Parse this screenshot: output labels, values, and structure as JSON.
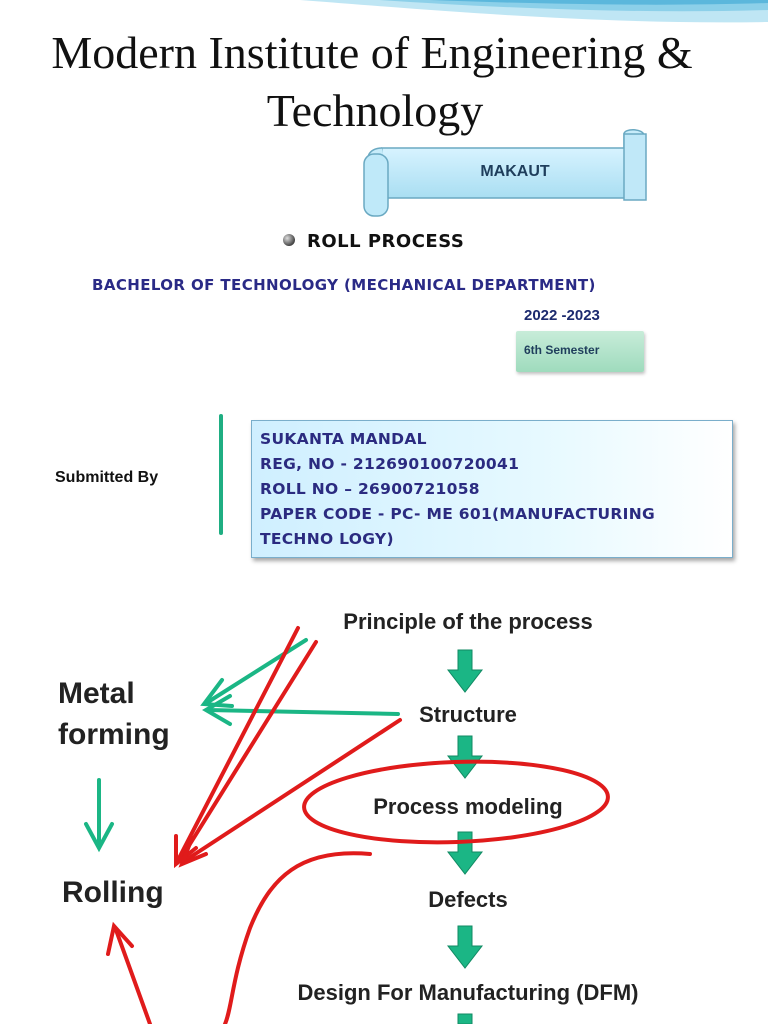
{
  "header": {
    "title_line1": "Modern Institute of Engineering &",
    "title_line2": "Technology",
    "scroll_label": "MAKAUT"
  },
  "topic": {
    "heading": "ROLL PROCESS",
    "degree": "BACHELOR OF TECHNOLOGY (MECHANICAL DEPARTMENT)",
    "year": "2022 -2023",
    "semester": "6th Semester"
  },
  "submission": {
    "label": "Submitted By",
    "lines": [
      "SUKANTA MANDAL",
      "REG, NO - 212690100720041",
      "ROLL NO – 26900721058",
      "PAPER CODE  - PC- ME 601(MANUFACTURING",
      "TECHNO LOGY)"
    ]
  },
  "diagram": {
    "steps": [
      "Principle of the process",
      "Structure",
      "Process modeling",
      "Defects",
      "Design For Manufacturing (DFM)"
    ],
    "left_labels": [
      "Metal",
      "forming",
      "Rolling"
    ],
    "colors": {
      "green_arrow": "#1bb685",
      "red_arrow": "#e01b1b",
      "teal_accent": "#1fae82"
    }
  }
}
